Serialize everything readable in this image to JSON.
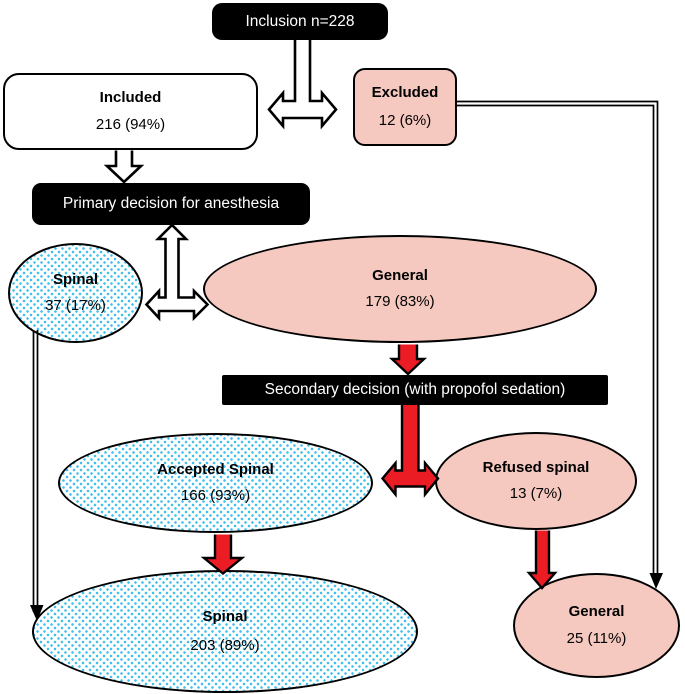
{
  "colors": {
    "black_box_bg": "#000000",
    "box_text": "#ffffff",
    "pink_fill": "#f6c9c0",
    "dot_blue": "#3fc0ee",
    "red_arrow": "#ec1c24",
    "outline": "#000000"
  },
  "nodes": {
    "inclusion": {
      "label": "Inclusion n=228"
    },
    "included": {
      "label": "Included",
      "value": "216 (94%)"
    },
    "excluded": {
      "label": "Excluded",
      "value": "12 (6%)"
    },
    "primary_decision": {
      "label": "Primary decision for anesthesia"
    },
    "spinal_primary": {
      "label": "Spinal",
      "value": "37 (17%)"
    },
    "general_primary": {
      "label": "General",
      "value": "179 (83%)"
    },
    "secondary_decision": {
      "label": "Secondary decision (with propofol sedation)"
    },
    "accepted_spinal": {
      "label": "Accepted Spinal",
      "value": "166 (93%)"
    },
    "refused_spinal": {
      "label": "Refused spinal",
      "value": "13 (7%)"
    },
    "spinal_final": {
      "label": "Spinal",
      "value": "203 (89%)"
    },
    "general_final": {
      "label": "General",
      "value": "25 (11%)"
    }
  },
  "edges": [
    {
      "from": "inclusion",
      "to": "included",
      "style": "hollow-arrow"
    },
    {
      "from": "inclusion",
      "to": "excluded",
      "style": "hollow-arrow"
    },
    {
      "from": "included",
      "to": "primary_decision",
      "style": "hollow-arrow"
    },
    {
      "from": "primary_decision",
      "to": "spinal_primary",
      "style": "hollow-arrow"
    },
    {
      "from": "primary_decision",
      "to": "general_primary",
      "style": "hollow-arrow"
    },
    {
      "from": "general_primary",
      "to": "secondary_decision",
      "style": "red-arrow"
    },
    {
      "from": "secondary_decision",
      "to": "accepted_spinal",
      "style": "red-arrow"
    },
    {
      "from": "secondary_decision",
      "to": "refused_spinal",
      "style": "red-arrow"
    },
    {
      "from": "accepted_spinal",
      "to": "spinal_final",
      "style": "red-arrow"
    },
    {
      "from": "refused_spinal",
      "to": "general_final",
      "style": "red-arrow"
    },
    {
      "from": "spinal_primary",
      "to": "spinal_final",
      "style": "double-line"
    },
    {
      "from": "excluded",
      "to": "general_final",
      "style": "double-line"
    }
  ]
}
